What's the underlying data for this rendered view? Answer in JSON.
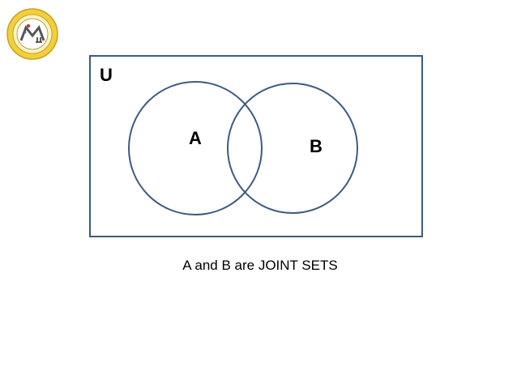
{
  "diagram": {
    "universe_label": "U",
    "set_a_label": "A",
    "set_b_label": "B",
    "caption": "A and B are JOINT SETS",
    "stroke_color": "#3d5a80"
  },
  "logo": {
    "icon": "department-seal-icon",
    "ring_color": "#e8c43a"
  }
}
